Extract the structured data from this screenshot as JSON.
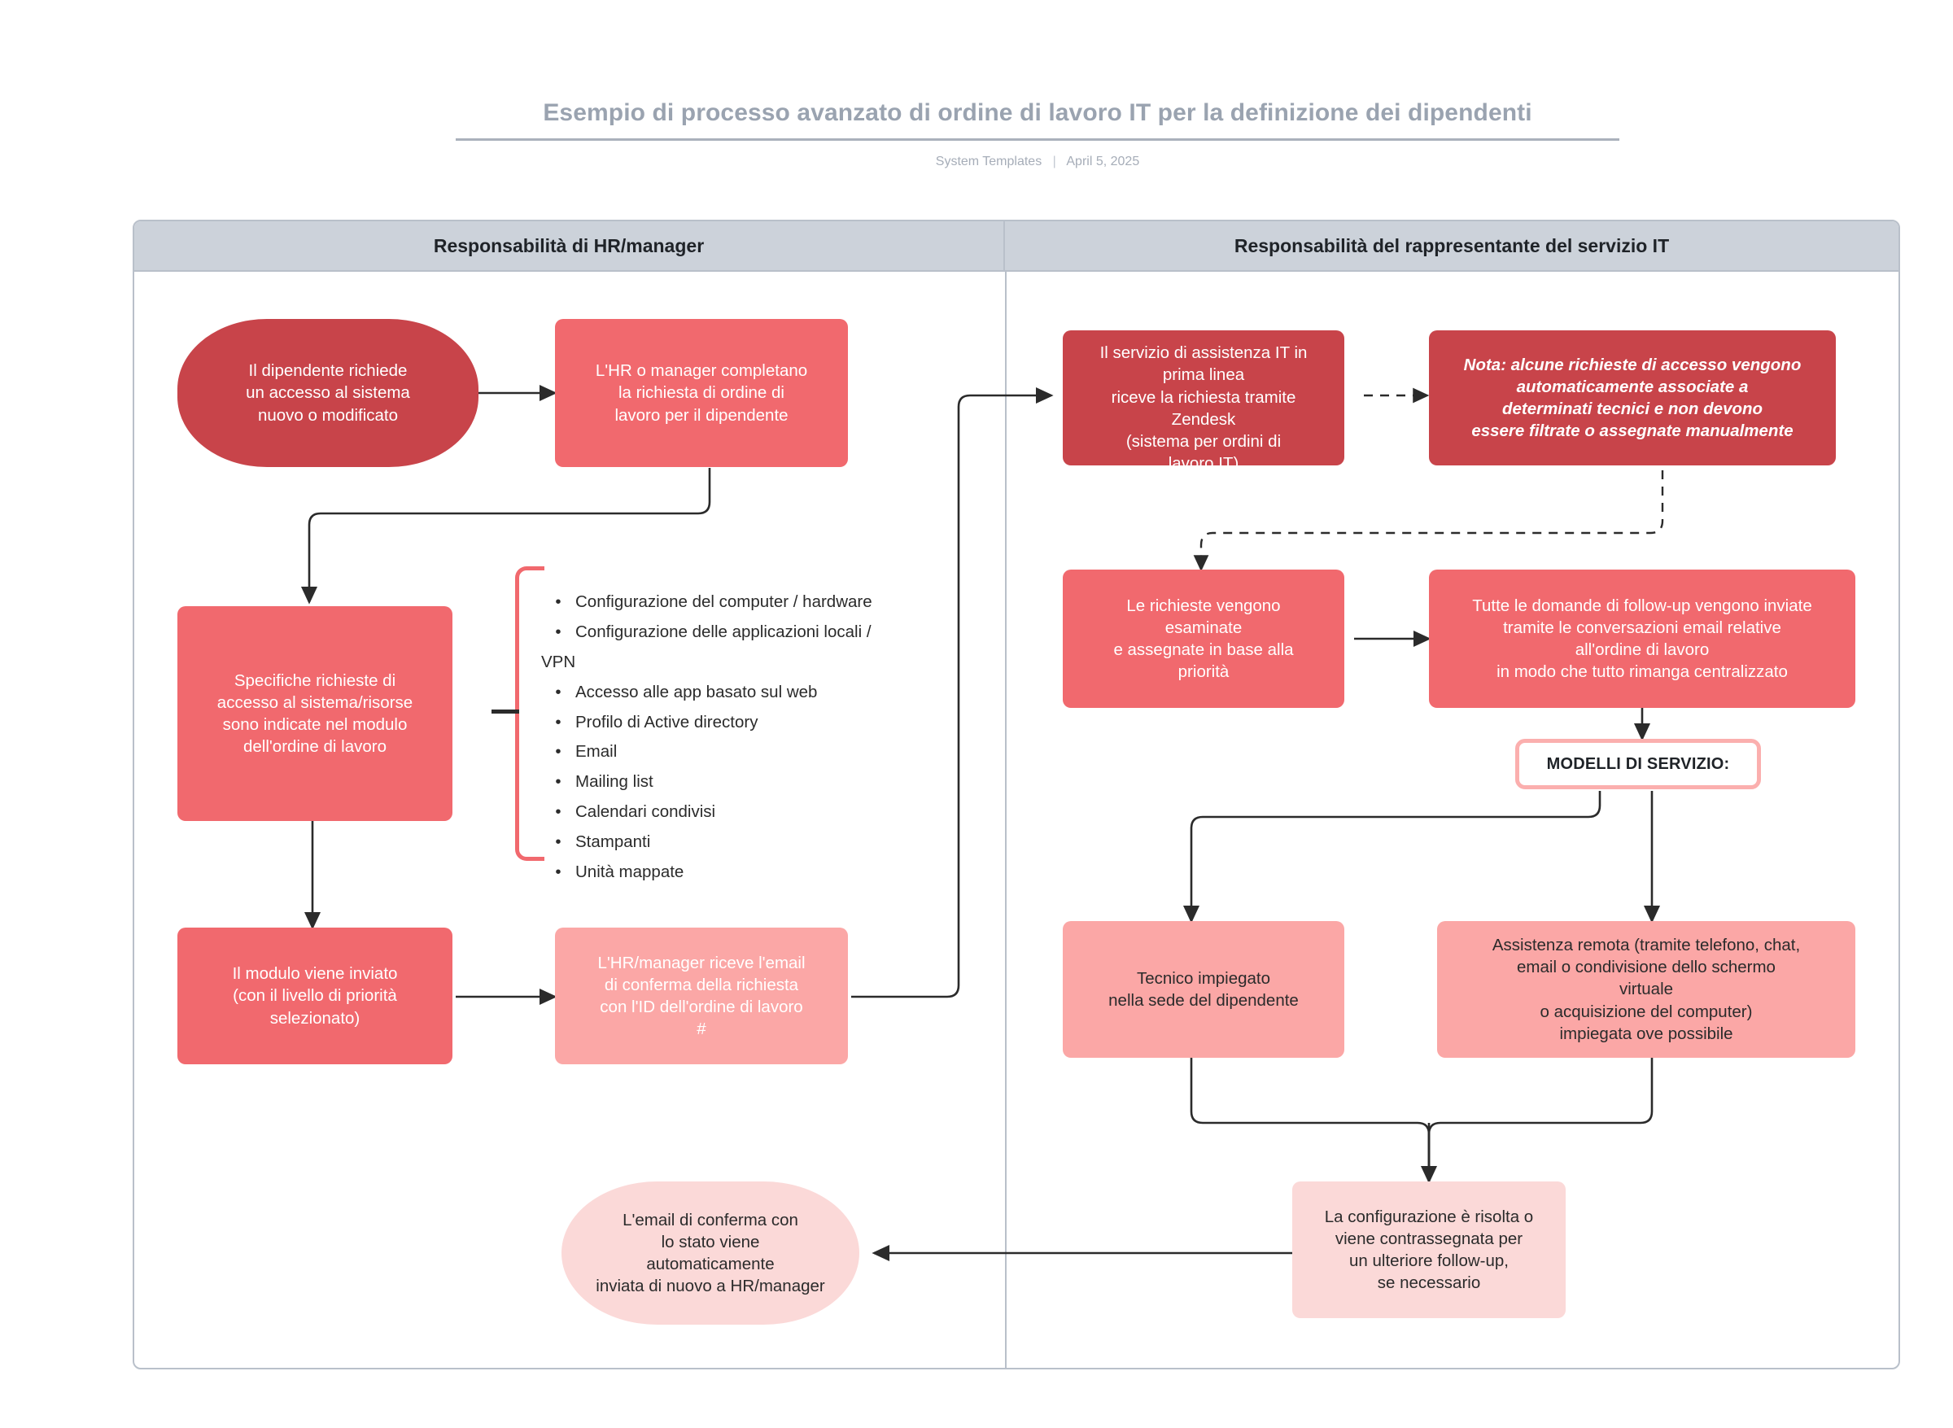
{
  "header": {
    "title": "Esempio di processo avanzato di ordine di lavoro IT per la definizione dei dipendenti",
    "author": "System Templates",
    "separator": "|",
    "date": "April 5, 2025"
  },
  "lanes": [
    {
      "id": "hr",
      "label": "Responsabilità di HR/manager"
    },
    {
      "id": "it",
      "label": "Responsabilità del rappresentante del servizio IT"
    }
  ],
  "nodes": {
    "employee_request": "Il dipendente richiede\nun accesso al sistema\nnuovo o modificato",
    "hr_completes": "L'HR o manager completano\nla richiesta di ordine di\nlavoro per il dipendente",
    "specific_requests": "Specifiche richieste di\naccesso al sistema/risorse\nsono indicate nel modulo\ndell'ordine di lavoro",
    "form_submitted": "Il modulo viene inviato\n(con il livello di priorità\nselezionato)",
    "hr_receives_email": "L'HR/manager riceve l'email\ndi conferma della richiesta\ncon l'ID dell'ordine di lavoro\n#",
    "confirmation_email": "L'email di conferma con\nlo stato viene\nautomaticamente\ninviata di nuovo a HR/manager",
    "it_frontline": "Il servizio di assistenza IT in\nprima linea\nriceve la richiesta tramite\nZendesk\n(sistema per ordini di\nlavoro IT)",
    "note_auto": "Nota: alcune richieste di accesso vengono\nautomaticamente associate a\ndeterminati tecnici e non devono\nessere filtrate o assegnate manualmente",
    "requests_reviewed": "Le richieste vengono\nesaminate\ne assegnate in base alla\npriorità",
    "followup_emails": "Tutte le domande di follow-up vengono inviate\ntramite le conversazioni email relative\nall'ordine di lavoro\nin modo che tutto rimanga centralizzato",
    "service_models_tag": "MODELLI DI SERVIZIO:",
    "onsite_tech": "Tecnico impiegato\nnella sede del dipendente",
    "remote_support": "Assistenza remota (tramite telefono, chat,\nemail o condivisione dello schermo\nvirtuale\no acquisizione del computer)\nimpiegata ove possibile",
    "config_resolved": "La configurazione è risolta o\nviene contrassegnata per\nun ulteriore follow-up,\nse necessario"
  },
  "resource_list": [
    "Configurazione del computer / hardware",
    "Configurazione delle applicazioni locali / VPN",
    "Accesso alle app basato sul web",
    "Profilo di Active directory",
    "Email",
    "Mailing list",
    "Calendari condivisi",
    "Stampanti",
    "Unità mappate"
  ],
  "colors": {
    "title_gray": "#9aa3b0",
    "lane_header": "#ccd2da",
    "lane_border": "#b9c0ca",
    "dark_red": "#c8444a",
    "red": "#f1696e",
    "pink_mid": "#fba7a6",
    "pink_light": "#fbd9d8",
    "connector": "#2b2b2b"
  }
}
